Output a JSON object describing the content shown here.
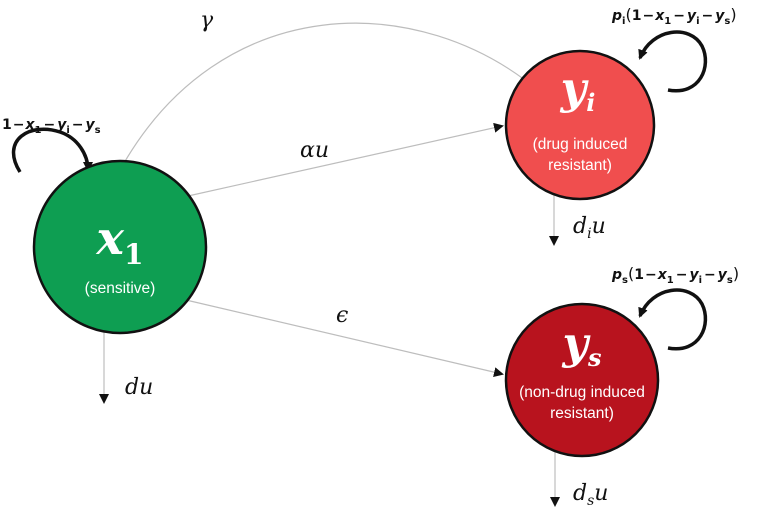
{
  "nodes": {
    "x1": {
      "symbol": "x",
      "subscript": "1",
      "description": "(sensitive)",
      "color": "#0e9e52"
    },
    "yi": {
      "symbol": "y",
      "subscript": "i",
      "description_line1": "(drug induced",
      "description_line2": "resistant)",
      "color": "#f04e4e"
    },
    "ys": {
      "symbol": "y",
      "subscript": "s",
      "description_line1": "(non-drug induced",
      "description_line2": "resistant)",
      "color": "#b8131e"
    }
  },
  "edges": {
    "gamma": "γ",
    "alpha_u": "αu",
    "epsilon": "ϵ",
    "du": "du",
    "di_u": {
      "d": "d",
      "sub": "i",
      "u": "u"
    },
    "ds_u": {
      "d": "d",
      "sub": "s",
      "u": "u"
    }
  },
  "loops": {
    "x1": {
      "one": "1",
      "x": "x",
      "x_sub": "1",
      "y1": "y",
      "y1_sub": "i",
      "y2": "y",
      "y2_sub": "s",
      "minus": "−"
    },
    "yi": {
      "p": "p",
      "p_sub": "i",
      "one": "1",
      "x": "x",
      "x_sub": "1",
      "y1": "y",
      "y1_sub": "i",
      "y2": "y",
      "y2_sub": "s",
      "minus": "−",
      "open": "(",
      "close": ")"
    },
    "ys": {
      "p": "p",
      "p_sub": "s",
      "one": "1",
      "x": "x",
      "x_sub": "1",
      "y1": "y",
      "y1_sub": "i",
      "y2": "y",
      "y2_sub": "s",
      "minus": "−",
      "open": "(",
      "close": ")"
    }
  }
}
